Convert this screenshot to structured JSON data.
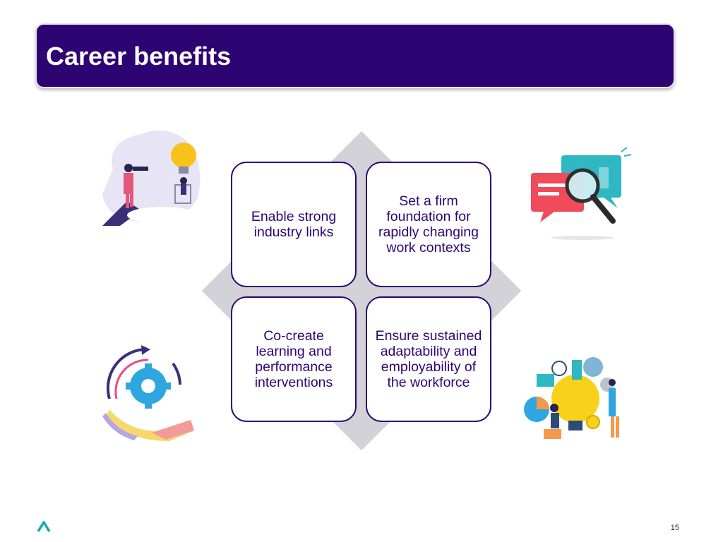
{
  "slide": {
    "title": "Career benefits",
    "page_number": "15"
  },
  "cards": [
    {
      "text": "Enable strong industry links"
    },
    {
      "text": "Set a firm foundation for rapidly changing work contexts"
    },
    {
      "text": "Co-create learning and performance interventions"
    },
    {
      "text": "Ensure sustained adaptability and employability of the workforce"
    }
  ],
  "colors": {
    "brand": "#2e0472",
    "diamond": "#d3d2d8",
    "accent_teal": "#1aa7b0"
  },
  "icons": [
    "vision-illustration-icon",
    "magnifier-chat-icon",
    "cycle-gear-icon",
    "teamwork-ideas-icon",
    "brand-logo-icon"
  ]
}
